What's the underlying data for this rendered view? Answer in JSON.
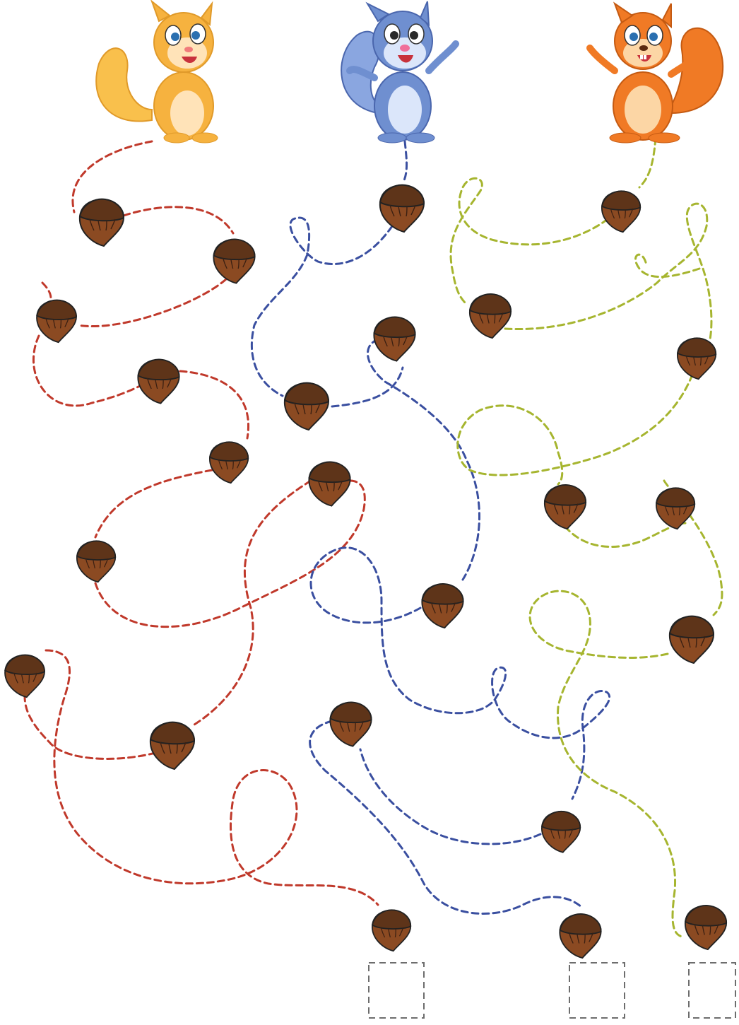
{
  "puzzle": {
    "title": "",
    "squirrels": [
      {
        "name": "yellow-squirrel",
        "icon": "squirrel-icon",
        "color": "#f6b23f",
        "path_color": "#c0392b"
      },
      {
        "name": "blue-squirrel",
        "icon": "squirrel-icon",
        "color": "#6f8fd0",
        "path_color": "#3a4fa0"
      },
      {
        "name": "orange-squirrel",
        "icon": "squirrel-icon",
        "color": "#f07a25",
        "path_color": "#a6b52f"
      }
    ],
    "answer_boxes": 3,
    "hazelnut_color": "#8b4a22",
    "hazelnut_cap_color": "#5e3419"
  }
}
